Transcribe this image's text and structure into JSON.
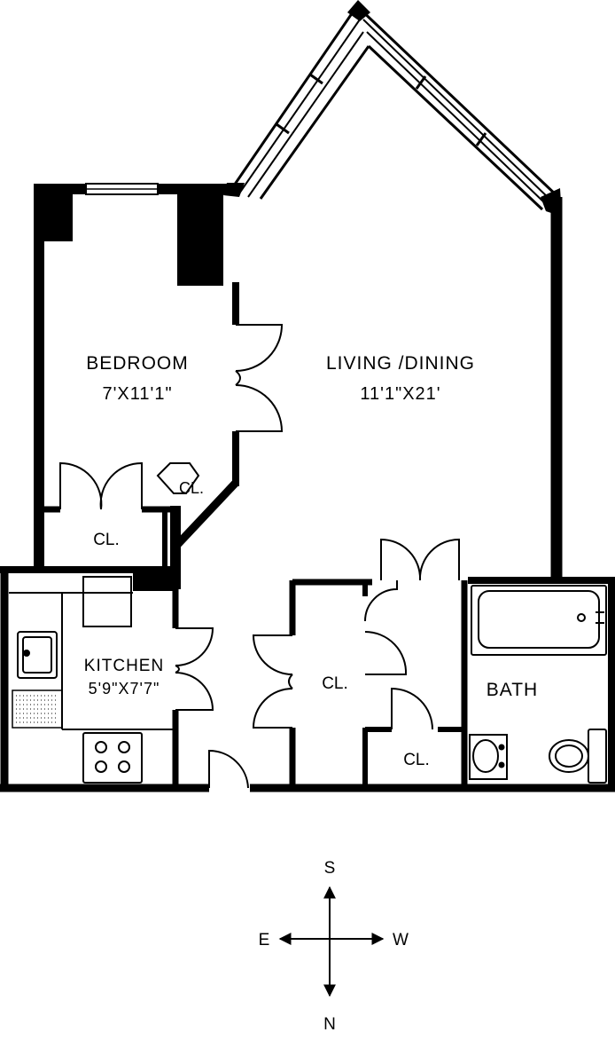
{
  "rooms": {
    "bedroom": {
      "name": "BEDROOM",
      "dims": "7'X11'1\""
    },
    "living": {
      "name": "LIVING /DINING",
      "dims": "11'1\"X21'"
    },
    "kitchen": {
      "name": "KITCHEN",
      "dims": "5'9\"X7'7\""
    },
    "bath": {
      "name": "BATH"
    }
  },
  "closets": {
    "bedroom_corner": "CL.",
    "bedroom_main": "CL.",
    "hall": "CL.",
    "bath": "CL."
  },
  "compass": {
    "top": "S",
    "bottom": "N",
    "left": "E",
    "right": "W"
  },
  "colors": {
    "wall": "#000000",
    "background": "#ffffff"
  }
}
